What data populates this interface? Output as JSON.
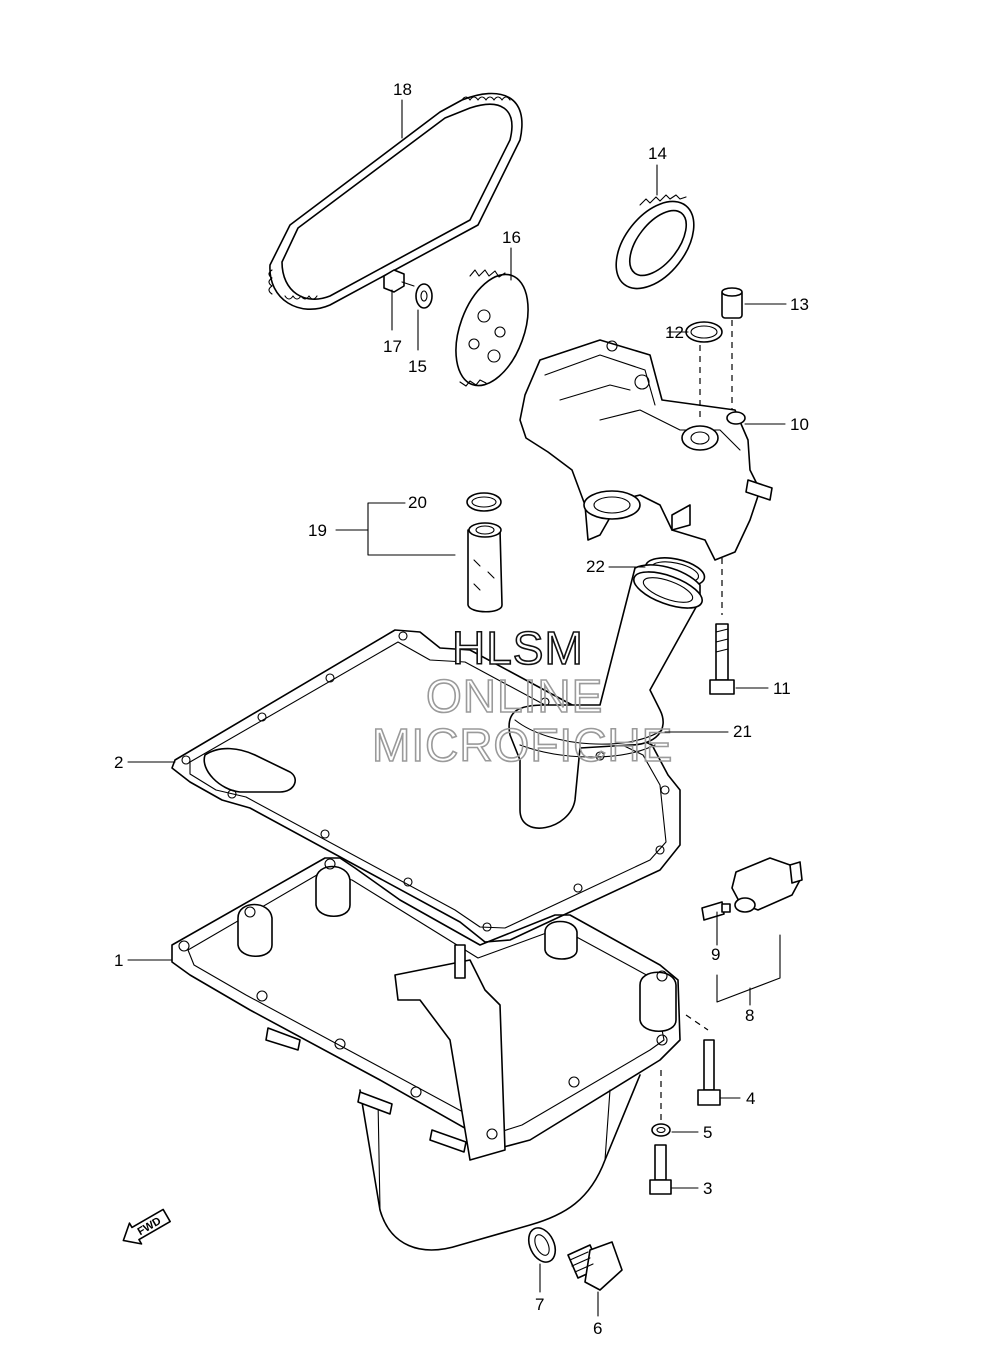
{
  "watermark": {
    "line1": "HLSM",
    "line2": "ONLINE",
    "line3": "MICROFICHE"
  },
  "direction_badge": {
    "text": "FWD"
  },
  "callouts": {
    "p1": "1",
    "p2": "2",
    "p3": "3",
    "p4": "4",
    "p5": "5",
    "p6": "6",
    "p7": "7",
    "p8": "8",
    "p9": "9",
    "p10": "10",
    "p11": "11",
    "p12": "12",
    "p13": "13",
    "p14": "14",
    "p15": "15",
    "p16": "16",
    "p17": "17",
    "p18": "18",
    "p19": "19",
    "p20": "20",
    "p21": "21",
    "p22": "22"
  }
}
